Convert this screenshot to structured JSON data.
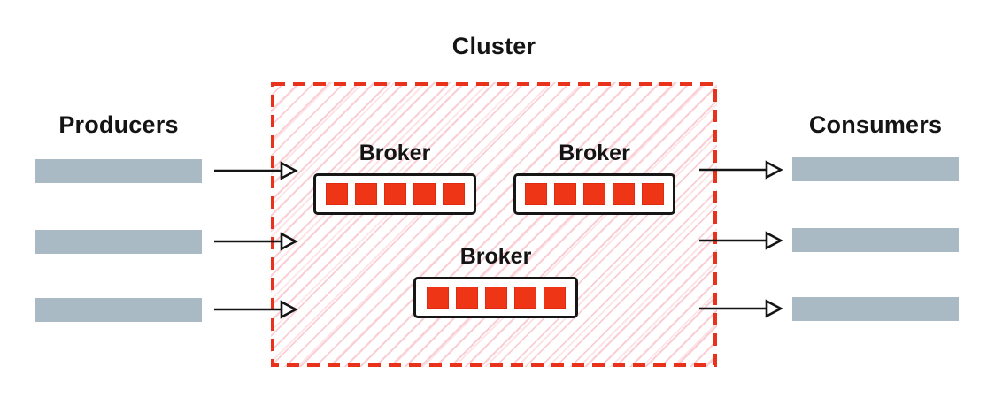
{
  "title": "Cluster",
  "producers": {
    "label": "Producers",
    "stream_count": 3
  },
  "consumers": {
    "label": "Consumers",
    "stream_count": 3
  },
  "cluster": {
    "brokers": [
      {
        "label": "Broker",
        "partition_count": 5
      },
      {
        "label": "Broker",
        "partition_count": 5
      },
      {
        "label": "Broker",
        "partition_count": 5
      }
    ]
  },
  "colors": {
    "accent_red": "#e8321c",
    "partition_red": "#ee3617",
    "hatch_pink": "#f9ced4",
    "bar_gray": "#a9bac4",
    "text": "#141414"
  }
}
